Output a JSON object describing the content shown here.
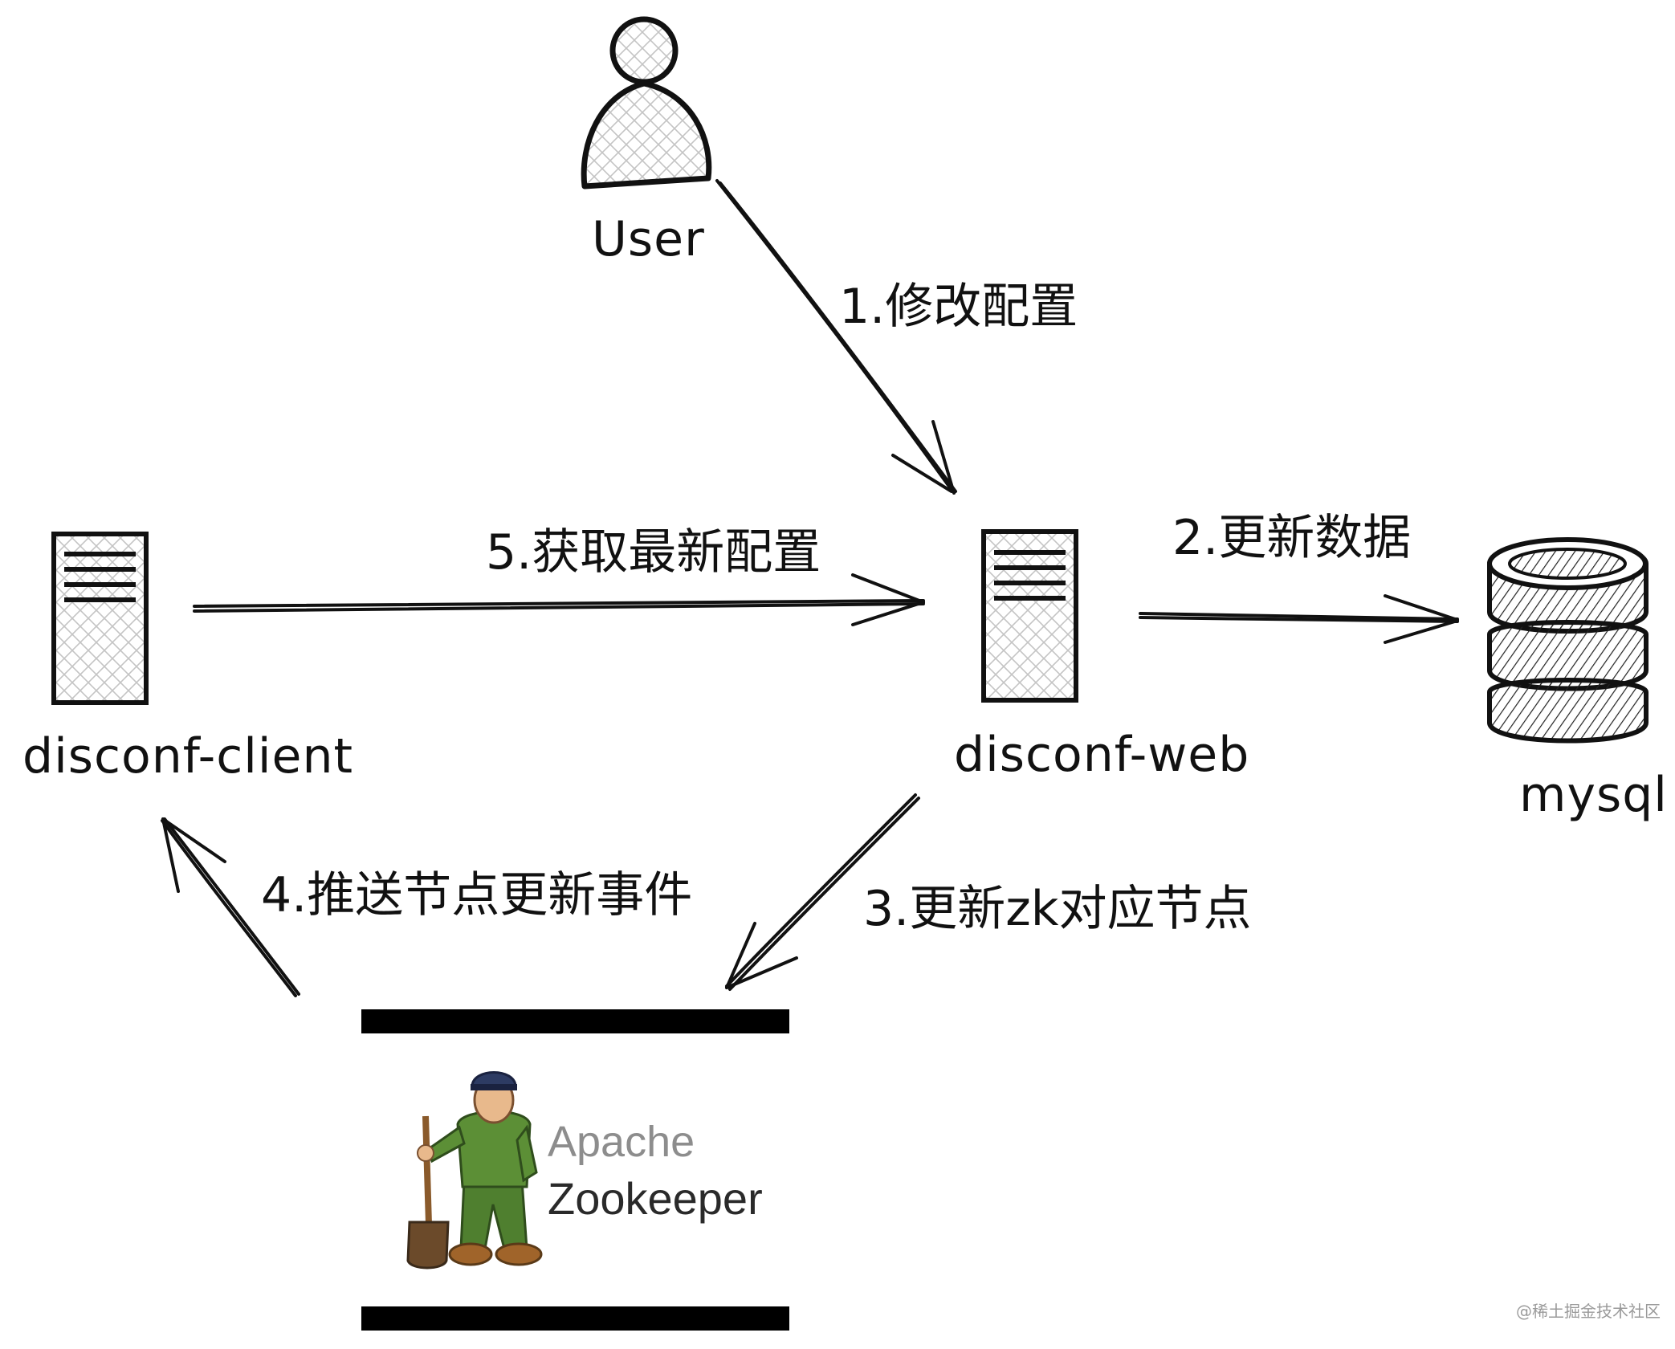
{
  "nodes": {
    "user": "User",
    "web": "disconf-web",
    "client": "disconf-client",
    "mysql": "mysql",
    "zookeeper": {
      "line1": "Apache",
      "line2": "Zookeeper"
    }
  },
  "edges": {
    "e1": "1.修改配置",
    "e2": "2.更新数据",
    "e3": "3.更新zk对应节点",
    "e4": "4.推送节点更新事件",
    "e5": "5.获取最新配置"
  },
  "watermark": "@稀土掘金技术社区",
  "colors": {
    "stroke": "#111111",
    "hatch": "#bdbdbd",
    "zk_green": "#4f7f2f",
    "zk_cap": "#2d3b63",
    "zk_boot": "#a0642a",
    "zk_shovel": "#8a5a2b"
  }
}
